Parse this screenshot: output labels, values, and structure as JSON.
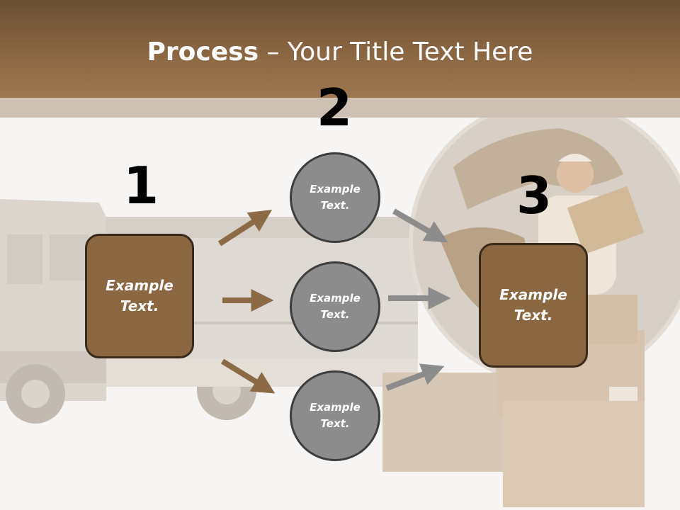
{
  "title": {
    "bold": "Process",
    "rest": " – Your Title Text Here"
  },
  "steps": {
    "one": "1",
    "two": "2",
    "three": "3"
  },
  "boxes": {
    "left": "Example\nText.",
    "right": "Example\nText."
  },
  "circles": {
    "top": "Example\nText.",
    "middle": "Example\nText.",
    "bottom": "Example\nText."
  },
  "colors": {
    "header": "#8a6642",
    "box": "#8a6641",
    "circle": "#8c8c8c",
    "arrow_brown": "#8b6a45",
    "arrow_gray": "#8c8c8c"
  }
}
